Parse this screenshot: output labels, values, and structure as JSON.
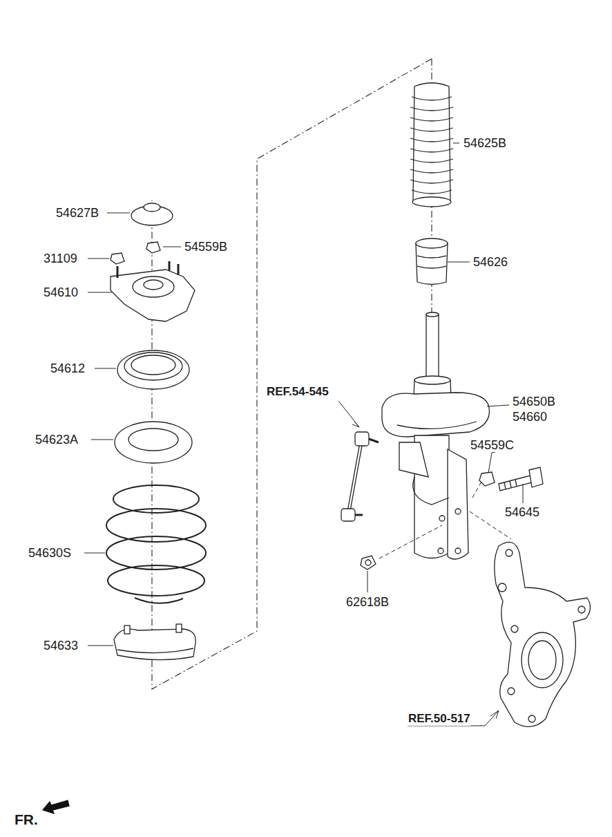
{
  "diagram": {
    "labels": [
      "54625B",
      "54627B",
      "54559B",
      "31109",
      "54626",
      "54610",
      "54612",
      "REF.54-545",
      "54650B",
      "54660",
      "54623A",
      "54559C",
      "54645",
      "54630S",
      "62618B",
      "54633",
      "REF.50-517",
      "FR."
    ]
  }
}
